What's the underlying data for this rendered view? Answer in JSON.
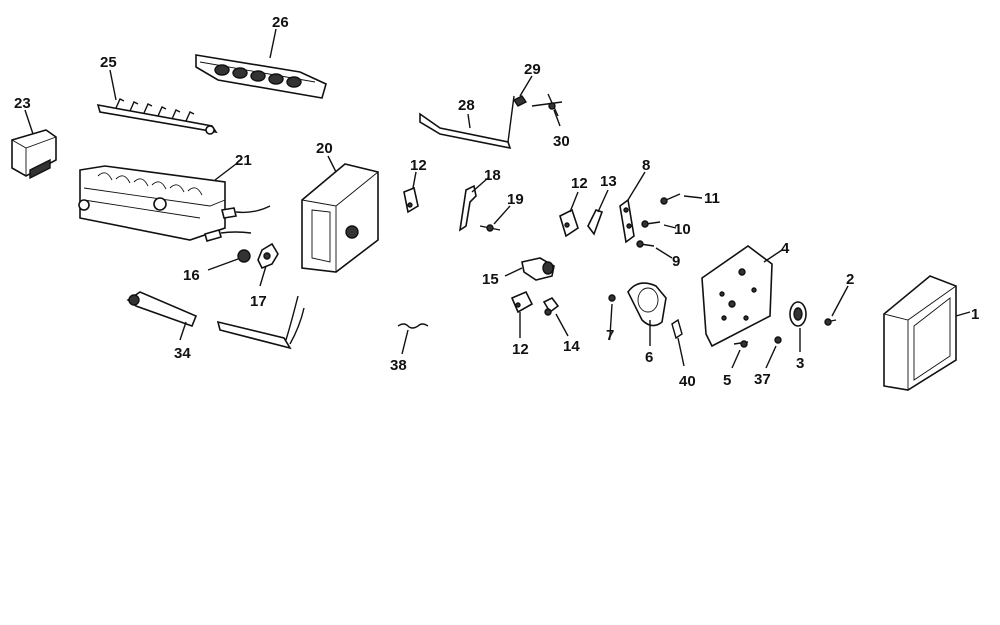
{
  "diagram": {
    "labels": {
      "p1": "1",
      "p2": "2",
      "p3": "3",
      "p4": "4",
      "p5": "5",
      "p6": "6",
      "p7": "7",
      "p8": "8",
      "p9": "9",
      "p10": "10",
      "p11": "11",
      "p12a": "12",
      "p12b": "12",
      "p12c": "12",
      "p13": "13",
      "p14": "14",
      "p15": "15",
      "p16": "16",
      "p17": "17",
      "p18": "18",
      "p19": "19",
      "p20": "20",
      "p21": "21",
      "p23": "23",
      "p25": "25",
      "p26": "26",
      "p28": "28",
      "p29": "29",
      "p30": "30",
      "p34": "34",
      "p37": "37",
      "p38": "38",
      "p40": "40"
    }
  }
}
